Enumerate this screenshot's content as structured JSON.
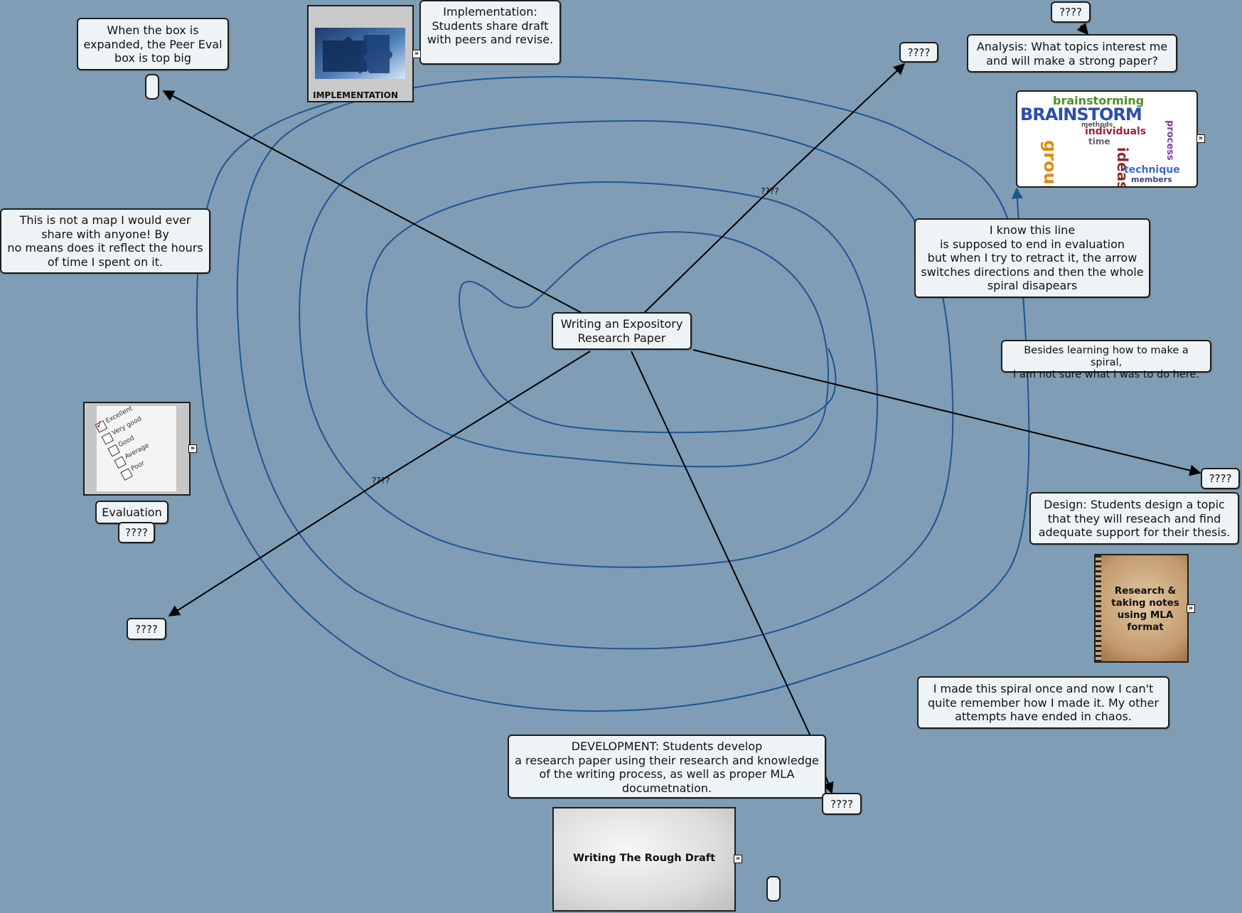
{
  "colors": {
    "background": "#7f9db4",
    "node_fill": "#eef4f6",
    "spiral": "#1f5592",
    "connector": "#000000"
  },
  "central": {
    "text": "Writing an Expository\nResearch Paper"
  },
  "notes": {
    "peer_eval": "When the box is\nexpanded, the Peer Eval\nbox is top big",
    "implementation": "Implementation:\nStudents share draft\nwith peers and revise.",
    "analysis": "Analysis: What topics interest me\nand will make a strong paper?",
    "not_a_map": "This is not a map I would ever\nshare with anyone! By\nno means does it reflect the hours\nof time I spent on it.",
    "line_note": "I know this line\nis supposed to end in evaluation\nbut when I try to retract it, the arrow\nswitches directions and then the whole\nspiral disapears",
    "besides": "Besides learning how to make a spiral,\nI am not sure what I was to do here.",
    "design": "Design: Students design a topic\nthat they will reseach and find\nadequate support for their thesis.",
    "spiral_once": "I made this spiral once and now I can't\nquite remember how I made it.  My other\nattempts have ended in chaos.",
    "development": "DEVELOPMENT: Students develop\na research paper using their research and knowledge\nof the writing process, as well as proper MLA\ndocumetnation.",
    "evaluation": "Evaluation"
  },
  "placeholders": {
    "top_right": "????",
    "upper_mid": "????",
    "right": "????",
    "evaluation_sub": "????",
    "lower_left": "????",
    "bottom": "????"
  },
  "link_labels": {
    "upper_right_link": "????",
    "lower_left_link": "????"
  },
  "images": {
    "implementation_caption": "IMPLEMENTATION",
    "research_caption": "Research &\ntaking notes\nusing MLA\nformat",
    "rough_draft_caption": "Writing The Rough Draft",
    "checklist_items": [
      "Excellent",
      "Very good",
      "Good",
      "Average",
      "Poor"
    ],
    "brainstorm_words": {
      "top": "brainstorming",
      "main": "BRAINSTORM",
      "methods": "methods",
      "individuals": "individuals",
      "group": "group",
      "ideas": "ideas",
      "process": "process",
      "technique": "technique",
      "members": "members",
      "time": "time"
    }
  },
  "icons": {
    "expander": "expand-icon",
    "checkmark": "checkmark-icon"
  }
}
